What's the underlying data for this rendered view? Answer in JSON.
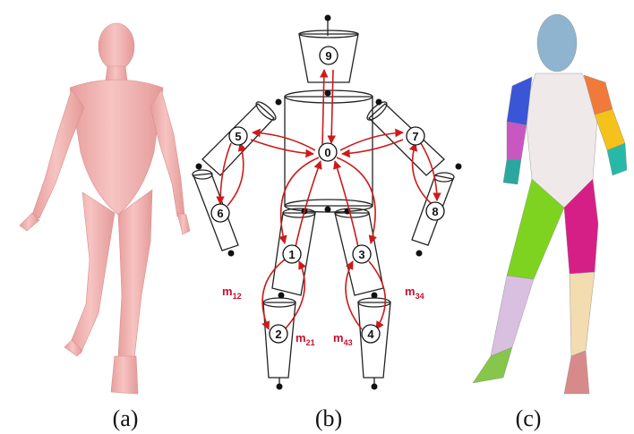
{
  "captions": {
    "a": "(a)",
    "b": "(b)",
    "c": "(c)"
  },
  "graph": {
    "nodes": [
      "0",
      "1",
      "2",
      "3",
      "4",
      "5",
      "6",
      "7",
      "8",
      "9"
    ],
    "messages": [
      {
        "main": "m",
        "sub": "12"
      },
      {
        "main": "m",
        "sub": "21"
      },
      {
        "main": "m",
        "sub": "34"
      },
      {
        "main": "m",
        "sub": "43"
      }
    ]
  },
  "colors": {
    "body_pink": "#f2b6b4",
    "edge_red": "#cc1a1a",
    "part_head": "#8fb4d0",
    "part_torso": "#efe9ea",
    "part_upperarm_left": "#3a55d6",
    "part_forearm_left": "#c857c2",
    "part_hand_left": "#2aa8a0",
    "part_upperarm_right": "#f07a3a",
    "part_forearm_right": "#f4c21a",
    "part_hand_right": "#28b8a8",
    "part_thigh_left": "#7ed321",
    "part_thigh_right": "#d61f86",
    "part_shin_left": "#d9bfe0",
    "part_shin_right": "#f2dcb0",
    "part_foot_left": "#86c64a",
    "part_foot_right": "#d88a8a"
  }
}
